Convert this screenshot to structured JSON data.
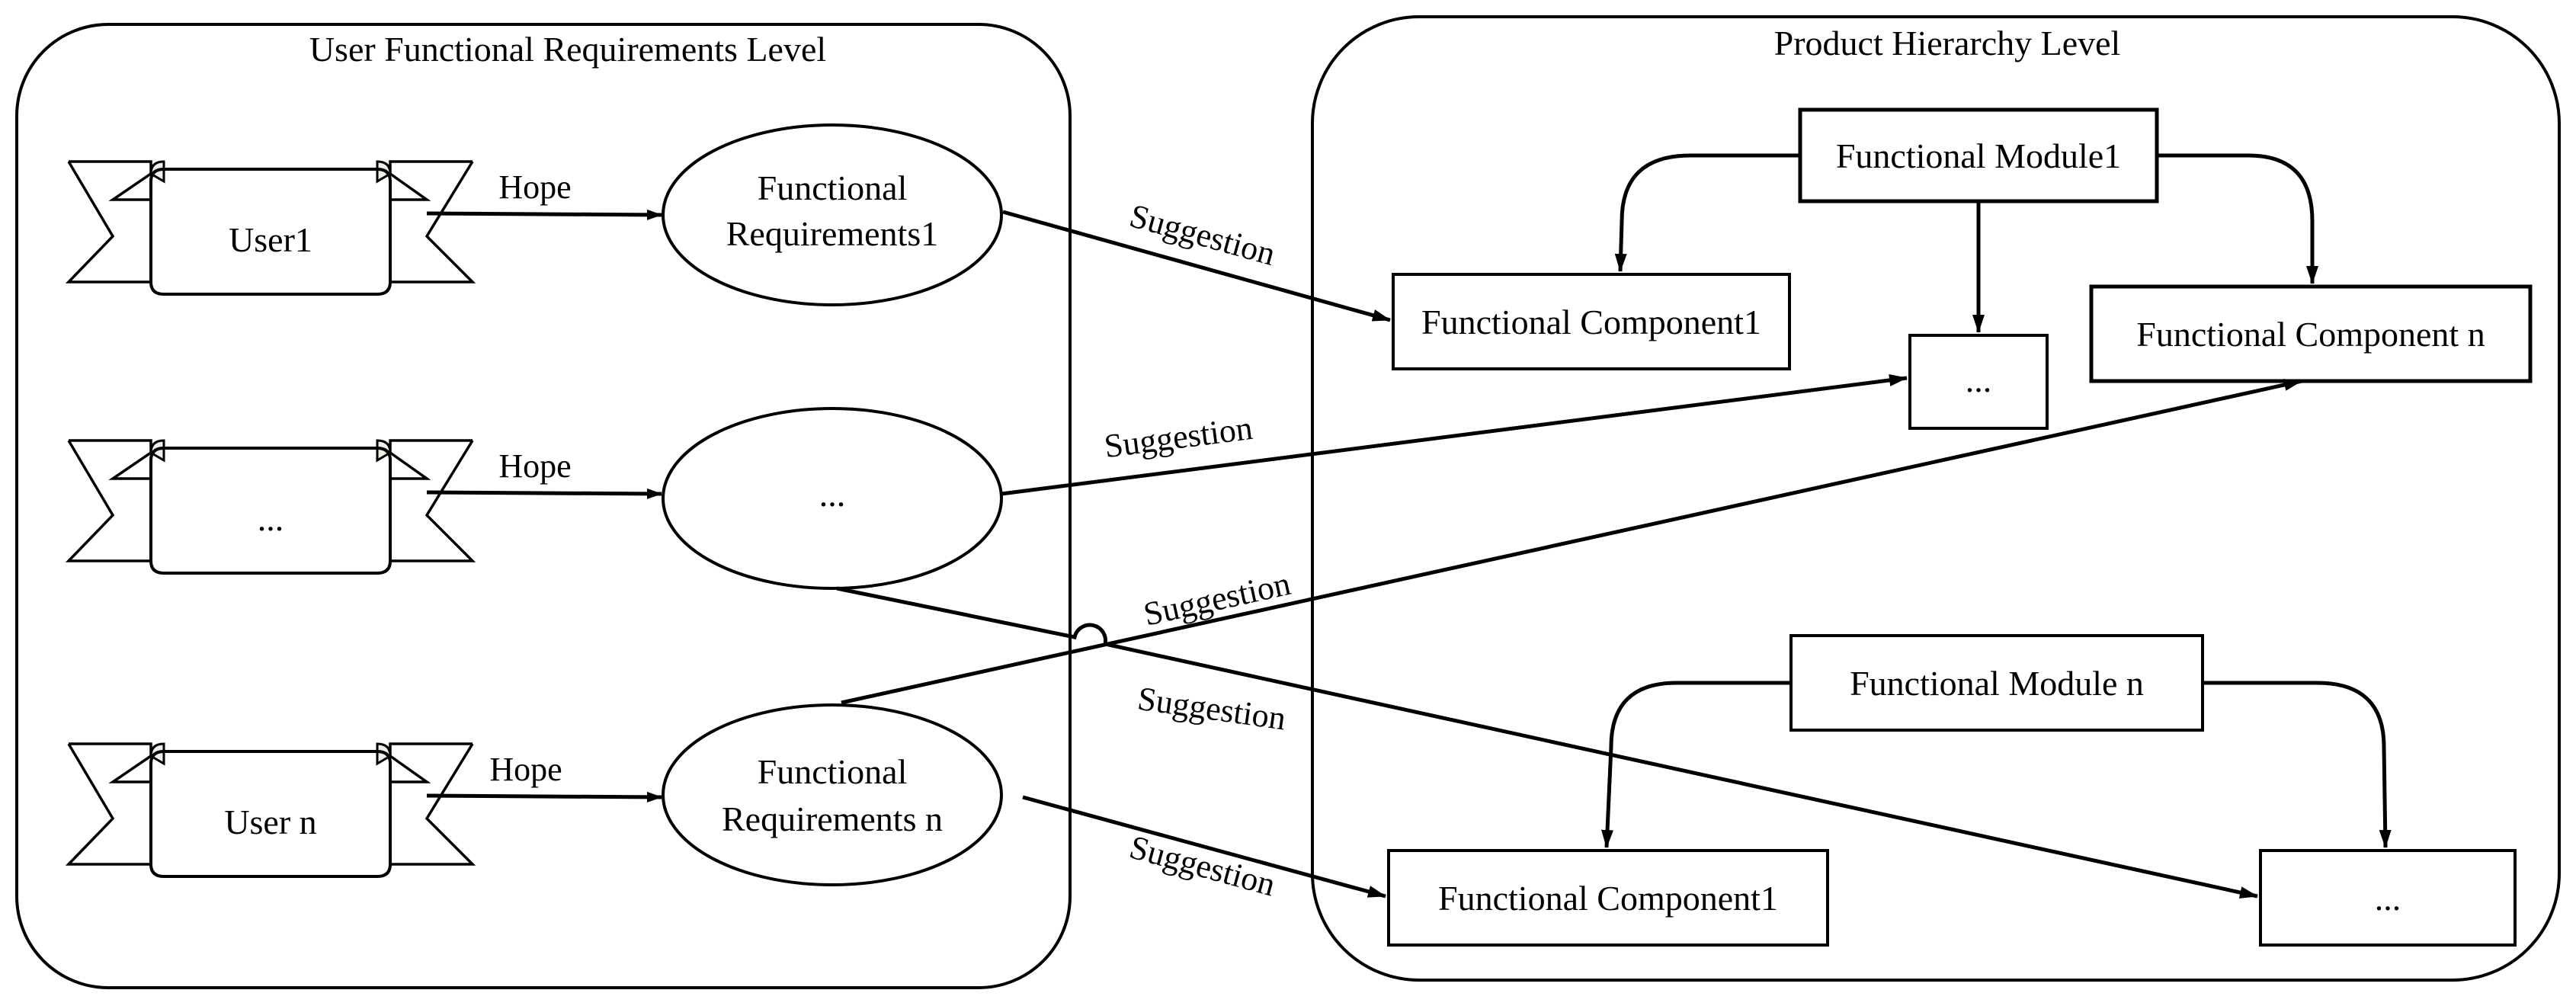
{
  "panels": {
    "user_level_title": "User Functional Requirements Level",
    "product_level_title": "Product Hierarchy Level"
  },
  "users": [
    "User1",
    "...",
    "User n"
  ],
  "requirements": [
    {
      "line1": "Functional",
      "line2": "Requirements1"
    },
    {
      "line1": "...",
      "line2": ""
    },
    {
      "line1": "Functional",
      "line2": "Requirements n"
    }
  ],
  "modules": {
    "module1": "Functional Module1",
    "module_n": "Functional Module n"
  },
  "components": {
    "m1_component1": "Functional Component1",
    "m1_ellipsis": "...",
    "m1_component_n": "Functional Component n",
    "mn_component1": "Functional Component1",
    "mn_ellipsis": "..."
  },
  "edge_labels": {
    "hope": "Hope",
    "suggestion": "Suggestion"
  },
  "colors": {
    "stroke": "#000000",
    "background": "#ffffff",
    "banner_fold": "#efefe6"
  }
}
